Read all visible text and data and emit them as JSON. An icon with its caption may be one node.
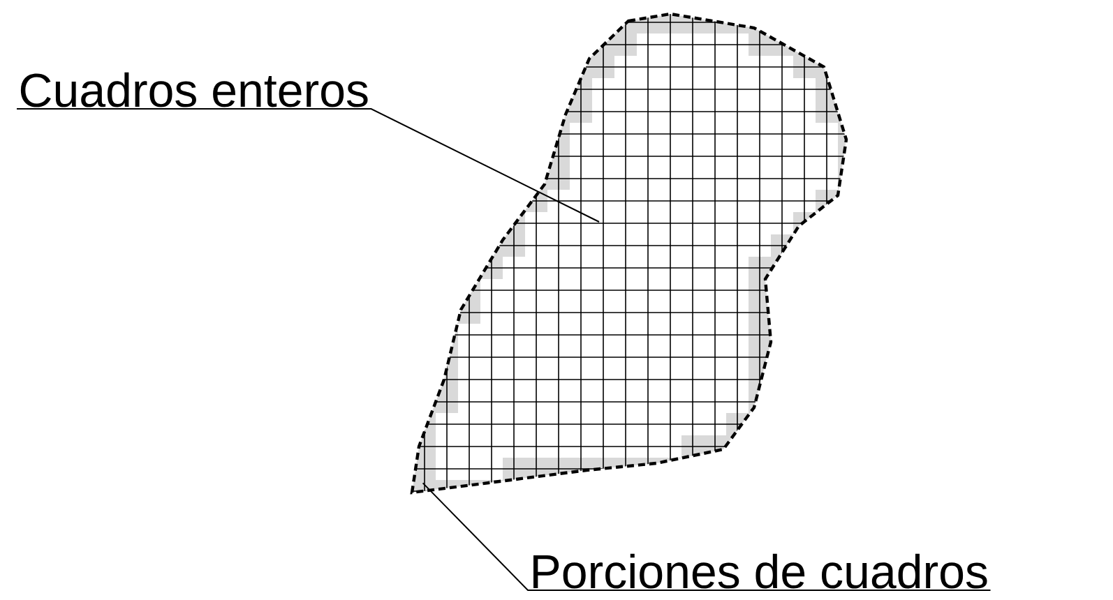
{
  "diagram": {
    "nodes": [
      {
        "text": [
          "Cuadros enteros"
        ]
      },
      {
        "text": [],
        "shape": "picture"
      },
      {
        "text": [
          "Porciones de cuadros"
        ]
      }
    ],
    "edges": [
      {
        "from": 0,
        "to": 1,
        "arrow": "none"
      },
      {
        "from": 2,
        "to": 1,
        "arrow": "none"
      }
    ]
  }
}
